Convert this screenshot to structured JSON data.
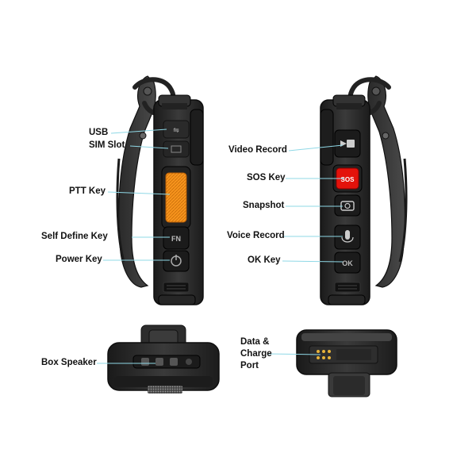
{
  "left_view": {
    "labels": {
      "usb": "USB",
      "sim_slot": "SIM Slot",
      "ptt_key": "PTT Key",
      "self_define_key": "Self Define Key",
      "power_key": "Power Key"
    },
    "fn_button_text": "FN"
  },
  "right_view": {
    "labels": {
      "video_record": "Video Record",
      "sos_key": "SOS Key",
      "snapshot": "Snapshot",
      "voice_record": "Voice Record",
      "ok_key": "OK Key"
    },
    "sos_button_text": "SOS",
    "ok_button_text": "OK"
  },
  "bottom_left_view": {
    "labels": {
      "box_speaker": "Box Speaker"
    }
  },
  "bottom_right_view": {
    "labels": {
      "data_charge_port": [
        "Data &",
        "Charge",
        "Port"
      ]
    }
  },
  "colors": {
    "body": "#2b2b2b",
    "body_dark": "#151515",
    "ptt": "#f7941d",
    "sos": "#e3120b",
    "leader_line": "#8fd8e6",
    "label": "#111111"
  }
}
